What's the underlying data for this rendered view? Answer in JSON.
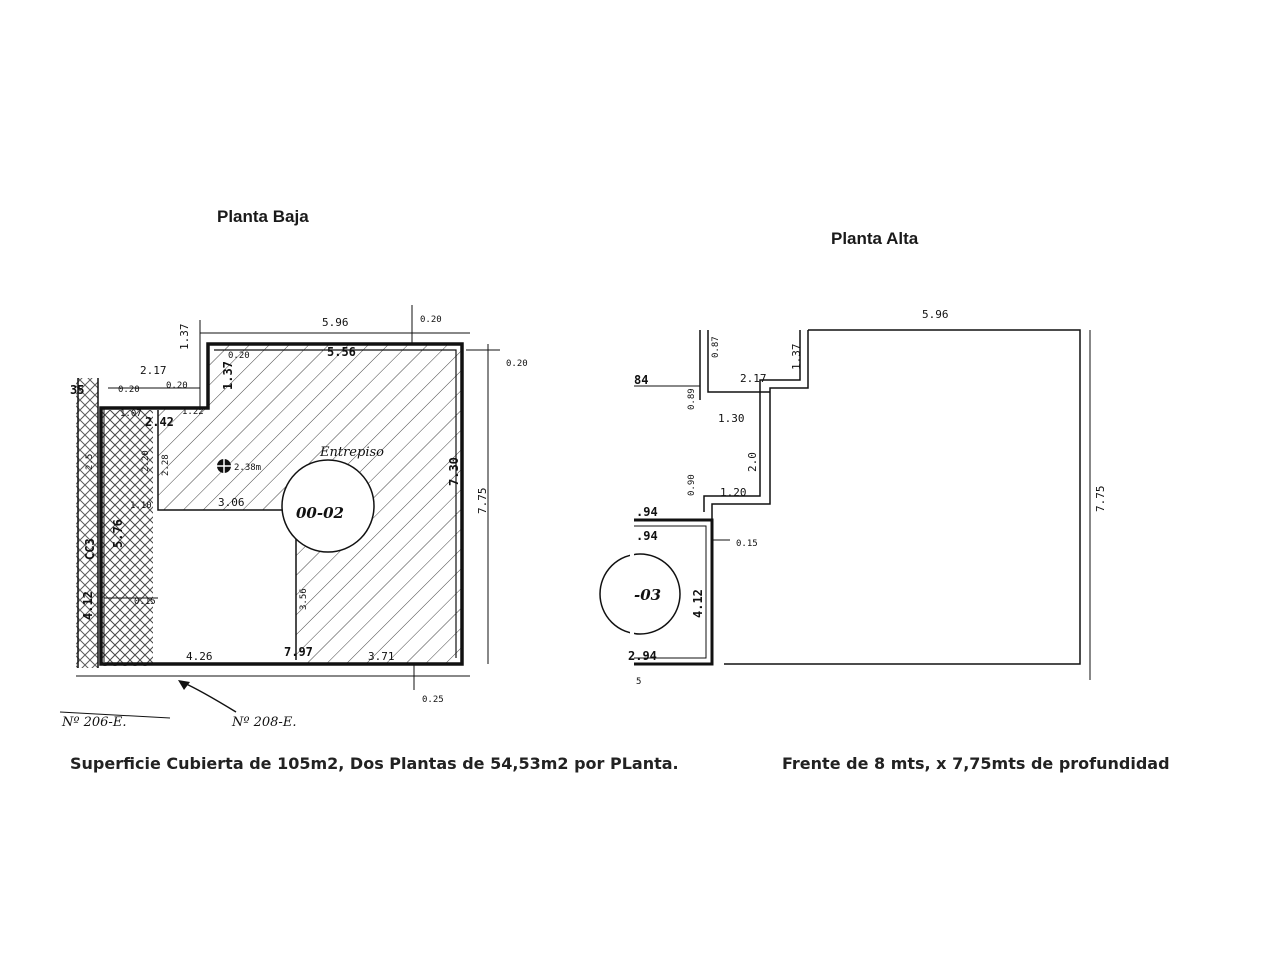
{
  "titles": {
    "planta_baja": "Planta Baja",
    "planta_alta": "Planta Alta"
  },
  "captions": {
    "left": "Superficie Cubierta de 105m2, Dos Plantas de 54,53m2 por PLanta.",
    "right": "Frente de 8 mts,  x 7,75mts de profundidad"
  },
  "planta_baja": {
    "room_label": "Entrepiso",
    "unit_code": "00-02",
    "dims": {
      "top_outer": "5.96",
      "top_inner": "5.56",
      "top_right_small": "0.20",
      "right_small": "0.20",
      "left_vertical": "1.37",
      "inner_vertical": "1.37",
      "side_2_17": "2.17",
      "small_0_20_a": "0.20",
      "small_0_20_b": "0.20",
      "corner_0_20": "0.20",
      "width_2_42": "2.42",
      "small_1_22": "1.22",
      "small_1_07": "1.07",
      "v_2_20": "2.20",
      "v_2_28": "2.28",
      "height_note": "2.38m",
      "step_3_06": "3.06",
      "small_1_10": "1.10",
      "left_5_76": "5.76",
      "right_7_30": "7.30",
      "right_7_75": "7.75",
      "inner_3_56": "3.56",
      "bottom_4_26": "4.26",
      "bottom_7_97": "7.97",
      "bottom_3_71": "3.71",
      "bottom_0_25": "0.25",
      "left_0_15": "0.15",
      "neighbor_35": "35",
      "neighbor_4_12": "4.12",
      "neighbor_003": "CC3",
      "neighbor_2_5": "2.5"
    },
    "lot_left": "Nº 206-E.",
    "lot_right": "Nº 208-E."
  },
  "planta_alta": {
    "unit_code": "-03",
    "dims": {
      "top_5_96": "5.96",
      "v_1_37": "1.37",
      "v_0_87": "0.87",
      "v_0_89": "0.89",
      "left_84": "84",
      "h_2_17": "2.17",
      "h_1_30": "1.30",
      "v_2_0": "2.0",
      "v_0_90": "0.90",
      "h_1_20": "1.20",
      "h_94_a": ".94",
      "h_94_b": ".94",
      "small_0_15": "0.15",
      "v_4_12": "4.12",
      "h_2_94": "2.94",
      "right_7_75": "7.75",
      "bottom_mark": "5"
    }
  }
}
